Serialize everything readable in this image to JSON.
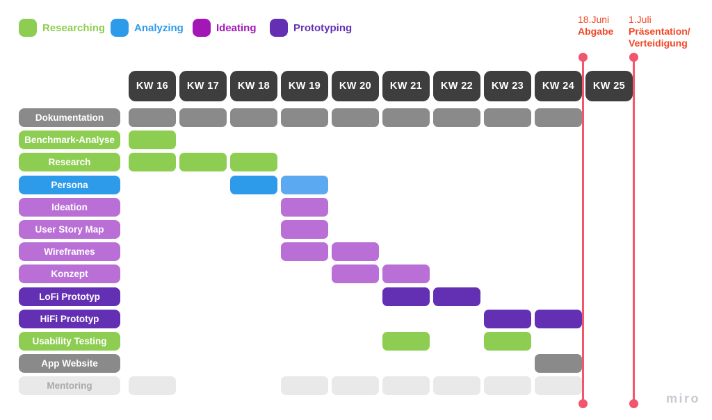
{
  "watermark": "miro",
  "chart_data": {
    "type": "table",
    "subtype": "gantt-timeline",
    "title": "Project timeline by calendar week (Miro board)",
    "columns": [
      "KW 16",
      "KW 17",
      "KW 18",
      "KW 19",
      "KW 20",
      "KW 21",
      "KW 22",
      "KW 23",
      "KW 24",
      "KW 25"
    ],
    "legend": [
      {
        "label": "Researching",
        "color_key": "green"
      },
      {
        "label": "Analyzing",
        "color_key": "blue"
      },
      {
        "label": "Ideating",
        "color_key": "magenta"
      },
      {
        "label": "Prototyping",
        "color_key": "purple"
      }
    ],
    "colors": {
      "green": "#8DCE52",
      "blue": "#2E9BEA",
      "blue_light": "#5BA9F0",
      "magenta": "#A217B6",
      "violet": "#B96FD6",
      "purple": "#6330B4",
      "gray": "#8A8A8A",
      "light_gray": "#E9E9E9",
      "header_dark": "#3E3E3E",
      "red_text": "#F24726",
      "red_line": "#F2566E",
      "muted_text": "#A9A9AD",
      "white_text": "#FFFFFF"
    },
    "rows": [
      {
        "label": "Dokumentation",
        "label_color": "gray",
        "text_color": "white_text",
        "bars": [
          {
            "kw": 16,
            "color": "gray"
          },
          {
            "kw": 17,
            "color": "gray"
          },
          {
            "kw": 18,
            "color": "gray"
          },
          {
            "kw": 19,
            "color": "gray"
          },
          {
            "kw": 20,
            "color": "gray"
          },
          {
            "kw": 21,
            "color": "gray"
          },
          {
            "kw": 22,
            "color": "gray"
          },
          {
            "kw": 23,
            "color": "gray"
          },
          {
            "kw": 24,
            "color": "gray"
          }
        ]
      },
      {
        "label": "Benchmark-Analyse",
        "label_color": "green",
        "text_color": "white_text",
        "bars": [
          {
            "kw": 16,
            "color": "green"
          }
        ]
      },
      {
        "label": "Research",
        "label_color": "green",
        "text_color": "white_text",
        "bars": [
          {
            "kw": 16,
            "color": "green"
          },
          {
            "kw": 17,
            "color": "green"
          },
          {
            "kw": 18,
            "color": "green"
          }
        ]
      },
      {
        "label": "Persona",
        "label_color": "blue",
        "text_color": "white_text",
        "bars": [
          {
            "kw": 18,
            "color": "blue"
          },
          {
            "kw": 19,
            "color": "blue_light"
          }
        ]
      },
      {
        "label": "Ideation",
        "label_color": "violet",
        "text_color": "white_text",
        "bars": [
          {
            "kw": 19,
            "color": "violet"
          }
        ]
      },
      {
        "label": "User Story Map",
        "label_color": "violet",
        "text_color": "white_text",
        "bars": [
          {
            "kw": 19,
            "color": "violet"
          }
        ]
      },
      {
        "label": "Wireframes",
        "label_color": "violet",
        "text_color": "white_text",
        "bars": [
          {
            "kw": 19,
            "color": "violet"
          },
          {
            "kw": 20,
            "color": "violet"
          }
        ]
      },
      {
        "label": "Konzept",
        "label_color": "violet",
        "text_color": "white_text",
        "bars": [
          {
            "kw": 20,
            "color": "violet"
          },
          {
            "kw": 21,
            "color": "violet"
          }
        ]
      },
      {
        "label": "LoFi Prototyp",
        "label_color": "purple",
        "text_color": "white_text",
        "bars": [
          {
            "kw": 21,
            "color": "purple"
          },
          {
            "kw": 22,
            "color": "purple"
          }
        ]
      },
      {
        "label": "HiFi Prototyp",
        "label_color": "purple",
        "text_color": "white_text",
        "bars": [
          {
            "kw": 23,
            "color": "purple"
          },
          {
            "kw": 24,
            "color": "purple"
          }
        ]
      },
      {
        "label": "Usability Testing",
        "label_color": "green",
        "text_color": "white_text",
        "bars": [
          {
            "kw": 21,
            "color": "green"
          },
          {
            "kw": 23,
            "color": "green"
          }
        ]
      },
      {
        "label": "App Website",
        "label_color": "gray",
        "text_color": "white_text",
        "bars": [
          {
            "kw": 24,
            "color": "gray"
          }
        ]
      },
      {
        "label": "Mentoring",
        "label_color": "light_gray",
        "text_color": "muted_text",
        "bars": [
          {
            "kw": 16,
            "color": "light_gray"
          },
          {
            "kw": 19,
            "color": "light_gray"
          },
          {
            "kw": 20,
            "color": "light_gray"
          },
          {
            "kw": 21,
            "color": "light_gray"
          },
          {
            "kw": 22,
            "color": "light_gray"
          },
          {
            "kw": 23,
            "color": "light_gray"
          },
          {
            "kw": 24,
            "color": "light_gray"
          }
        ]
      }
    ],
    "milestones": [
      {
        "date": "18.Juni",
        "title_lines": [
          "Abgabe"
        ],
        "position": "between KW 24 and KW 25"
      },
      {
        "date": "1.Juli",
        "title_lines": [
          "Präsentation/",
          "Verteidigung"
        ],
        "position": "after KW 25"
      }
    ]
  }
}
